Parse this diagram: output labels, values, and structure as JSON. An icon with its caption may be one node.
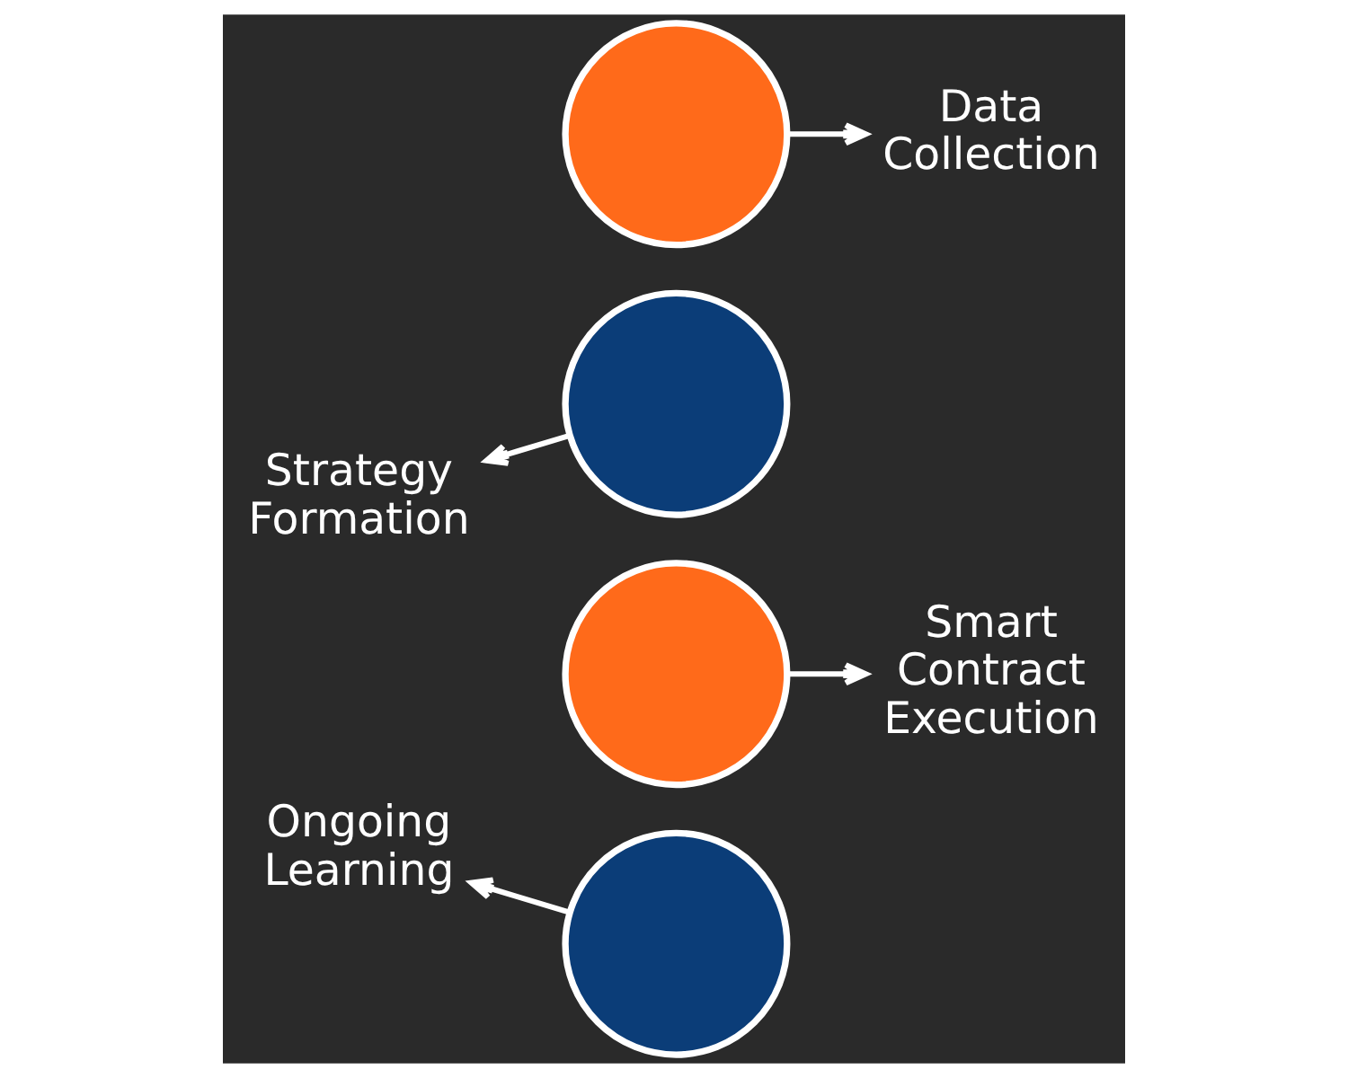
{
  "diagram": {
    "nodes": [
      {
        "text": [],
        "shape": "circle"
      },
      {
        "text": [
          "Data Collection"
        ]
      },
      {
        "text": [
          "Strategy Formation"
        ]
      },
      {
        "text": [],
        "shape": "circle"
      },
      {
        "text": [],
        "shape": "circle"
      },
      {
        "text": [
          "Smart Contract Execution"
        ]
      },
      {
        "text": [
          "Ongoing Learning"
        ]
      },
      {
        "text": [],
        "shape": "circle"
      }
    ],
    "edges": [
      {
        "from": 0,
        "to": 1,
        "arrow": "to"
      },
      {
        "from": 3,
        "to": 2,
        "arrow": "to"
      },
      {
        "from": 4,
        "to": 5,
        "arrow": "to"
      },
      {
        "from": 7,
        "to": 6,
        "arrow": "to"
      }
    ]
  }
}
